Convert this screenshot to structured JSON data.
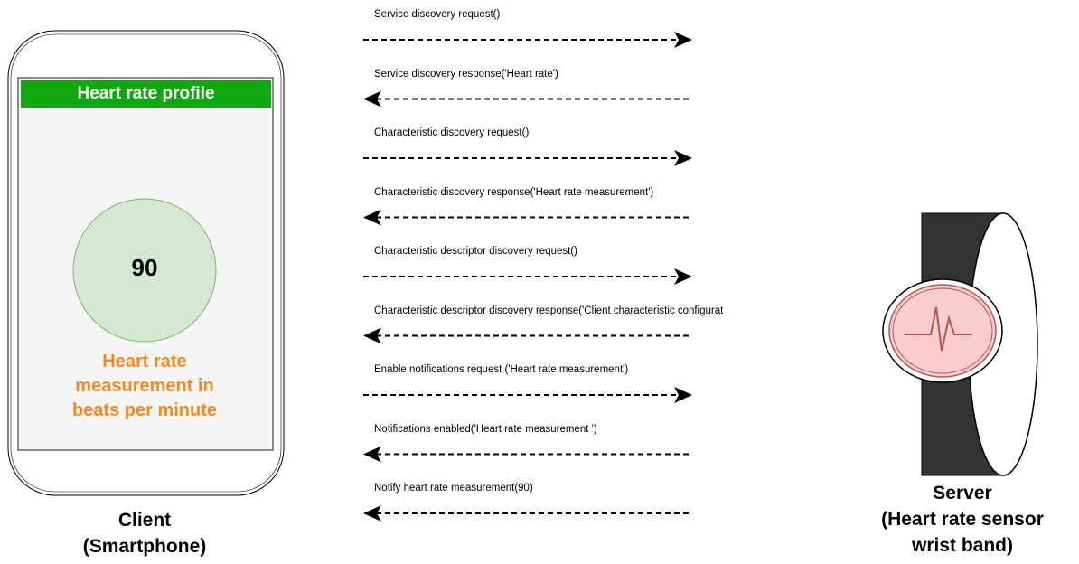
{
  "client": {
    "profile_title": "Heart rate profile",
    "bpm_value": "90",
    "bpm_caption_lines": [
      "Heart rate",
      "measurement in",
      "beats per minute"
    ],
    "role_lines": [
      "Client",
      "(Smartphone)"
    ]
  },
  "server": {
    "role_lines": [
      "Server",
      "(Heart rate sensor",
      "wrist band)"
    ]
  },
  "messages": [
    {
      "label": "Service discovery request()",
      "direction": "to-server"
    },
    {
      "label": "Service discovery response('Heart rate')",
      "direction": "to-client"
    },
    {
      "label": "Characteristic discovery request()",
      "direction": "to-server"
    },
    {
      "label": "Characteristic discovery response('Heart rate measurement')",
      "direction": "to-client"
    },
    {
      "label": "Characteristic descriptor discovery request()",
      "direction": "to-server"
    },
    {
      "label": "Characteristic descriptor discovery response('Client characteristic configurat",
      "direction": "to-client"
    },
    {
      "label": "Enable notifications request ('Heart rate measurement')",
      "direction": "to-server"
    },
    {
      "label": "Notifications enabled('Heart rate measurement ')",
      "direction": "to-client"
    },
    {
      "label": "Notify heart rate measurement(90)",
      "direction": "to-client"
    }
  ],
  "colors": {
    "header_green": "#11a80f",
    "circle_fill": "#d5e8d4",
    "circle_stroke": "#82b366",
    "caption_orange": "#f5891d",
    "band_dark": "#333333",
    "face_red": "#f8cecc",
    "face_stroke": "#b85450"
  }
}
